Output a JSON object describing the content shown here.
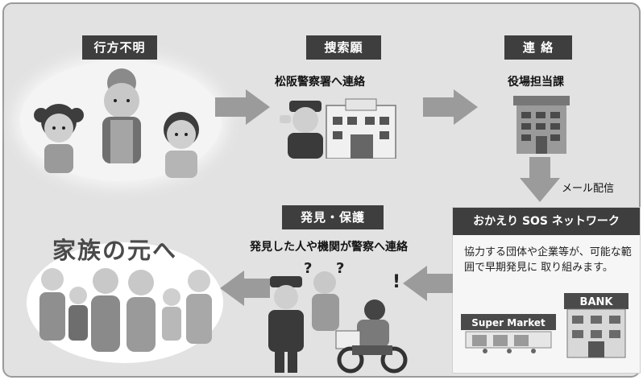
{
  "steps": {
    "missing": {
      "label": "行方不明"
    },
    "search": {
      "label": "捜索願",
      "caption": "松阪警察署へ連絡"
    },
    "contact": {
      "label": "連 絡",
      "caption": "役場担当課"
    },
    "mail": {
      "caption": "メール配信"
    },
    "sos": {
      "label": "おかえり SOS ネットワーク",
      "text": "協力する団体や企業等が、可能な範囲で早期発見に 取り組みます。"
    },
    "found": {
      "label": "発見・保護",
      "caption": "発見した人や機関が警察へ連絡"
    },
    "family": {
      "caption": "家族の元へ"
    }
  },
  "signs": {
    "supermarket": "Super Market",
    "bank": "BANK"
  }
}
